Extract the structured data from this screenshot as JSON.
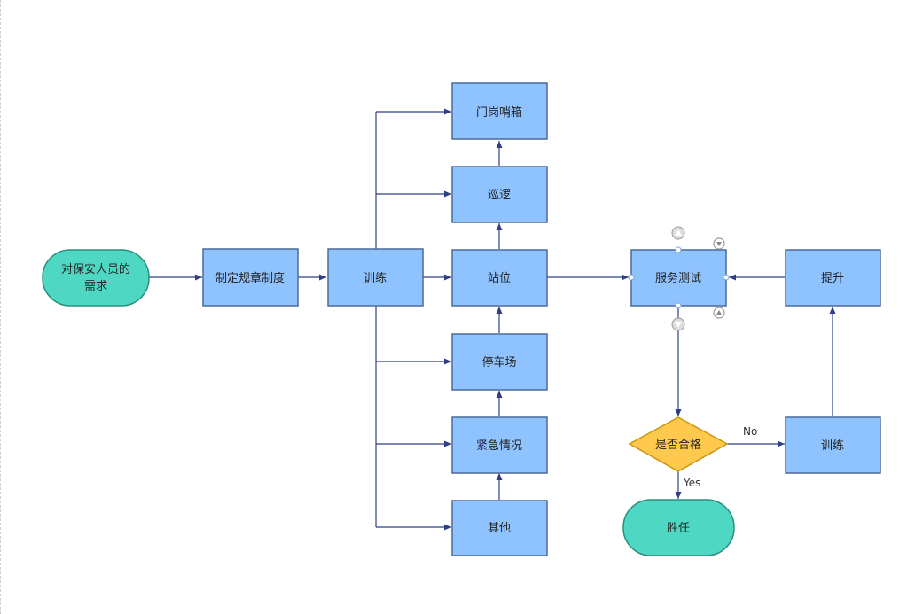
{
  "diagram": {
    "nodes": {
      "start": "对保安人员的需求",
      "rules": "制定规章制度",
      "training_main": "训练",
      "gate": "门岗哨箱",
      "patrol": "巡逻",
      "station": "站位",
      "parking": "停车场",
      "emergency": "紧急情况",
      "other": "其他",
      "service_test": "服务测试",
      "improve": "提升",
      "qualified": "是否合格",
      "retrain": "训练",
      "competent": "胜任"
    },
    "edge_labels": {
      "no": "No",
      "yes": "Yes"
    }
  }
}
